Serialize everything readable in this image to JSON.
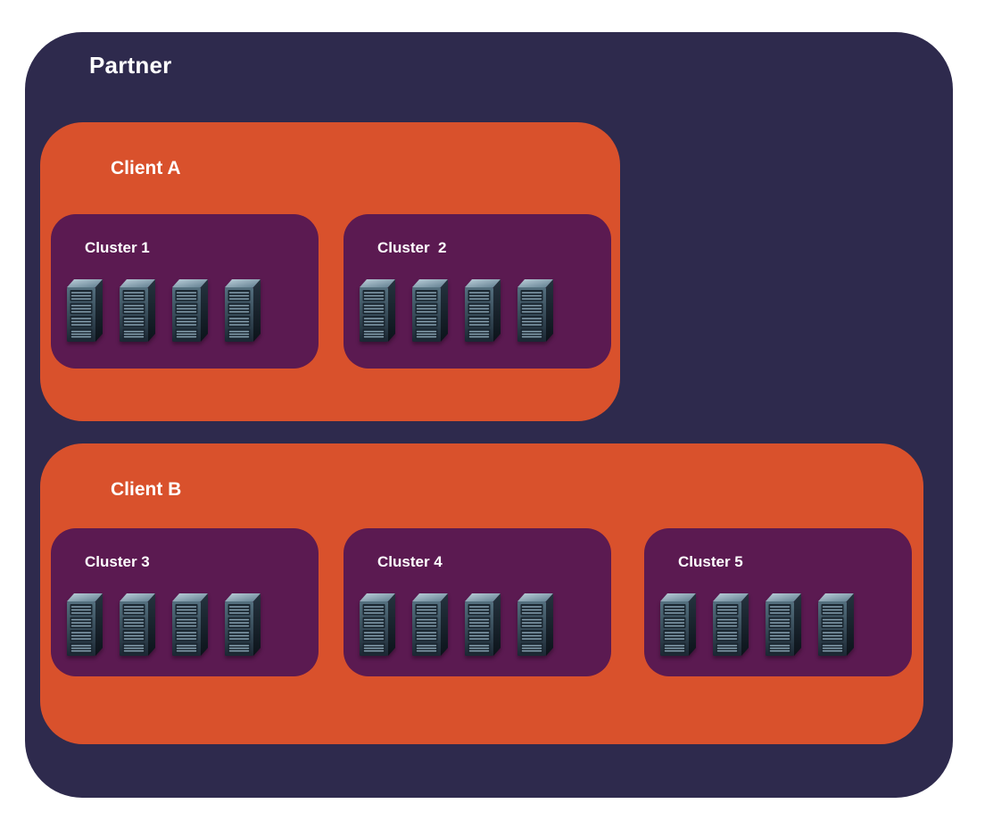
{
  "colors": {
    "page_bg": "#ffffff",
    "partner_fill": "#2e2a4d",
    "client_fill": "#d9512c",
    "cluster_fill": "#5b1a51",
    "label_text": "#ffffff"
  },
  "partner": {
    "label": "Partner",
    "clients": [
      {
        "label": "Client A",
        "clusters": [
          {
            "label": "Cluster 1",
            "server_count": 4
          },
          {
            "label": "Cluster  2",
            "server_count": 4
          }
        ]
      },
      {
        "label": "Client B",
        "clusters": [
          {
            "label": "Cluster 3",
            "server_count": 4
          },
          {
            "label": "Cluster 4",
            "server_count": 4
          },
          {
            "label": "Cluster 5",
            "server_count": 4
          }
        ]
      }
    ]
  }
}
